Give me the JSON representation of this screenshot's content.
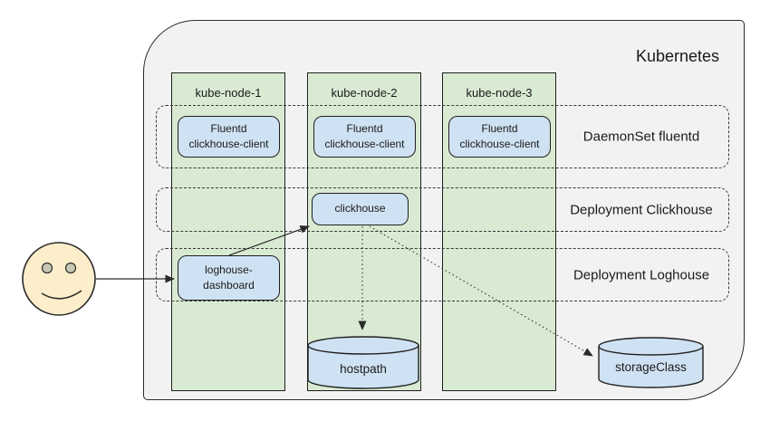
{
  "diagram": {
    "title": "Kubernetes",
    "nodes": [
      {
        "label": "kube-node-1"
      },
      {
        "label": "kube-node-2"
      },
      {
        "label": "kube-node-3"
      }
    ],
    "rows": [
      {
        "label": "DaemonSet fluentd"
      },
      {
        "label": "Deployment Clickhouse"
      },
      {
        "label": "Deployment Loghouse"
      }
    ],
    "pods": {
      "fluentd": {
        "line1": "Fluentd",
        "line2": "clickhouse-client"
      },
      "clickhouse": {
        "label": "clickhouse"
      },
      "loghouse": {
        "line1": "loghouse-",
        "line2": "dashboard"
      }
    },
    "storage": {
      "hostpath": "hostpath",
      "storage_class": "storageClass"
    },
    "icons": {
      "user": "smiley-face-icon"
    },
    "edges": [
      {
        "from": "user",
        "to": "loghouse-dashboard",
        "style": "solid-arrow"
      },
      {
        "from": "loghouse-dashboard",
        "to": "clickhouse",
        "style": "solid-arrow"
      },
      {
        "from": "clickhouse",
        "to": "hostpath",
        "style": "dotted-arrow"
      },
      {
        "from": "clickhouse",
        "to": "storageClass",
        "style": "dotted-arrow"
      }
    ],
    "colors": {
      "container_fill": "#f2f2f2",
      "node_fill": "#d9ead3",
      "pod_fill": "#cfe2f3",
      "smiley_fill": "#fdeecb",
      "stroke": "#1f1f1f"
    }
  }
}
